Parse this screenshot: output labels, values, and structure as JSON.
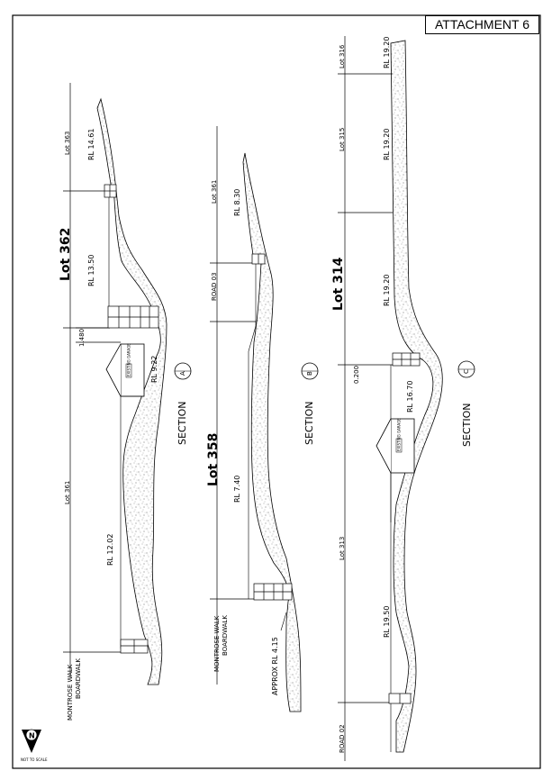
{
  "attachment_title": "ATTACHMENT 6",
  "north_arrow": {
    "letter": "N",
    "caption": "NOT TO SCALE"
  },
  "sections": [
    {
      "section_label": "SECTION",
      "section_marker": "A",
      "lot_title": "Lot 362",
      "lot_labels": {
        "top": "Lot 363",
        "bottom": "Lot 361"
      },
      "levels": [
        "RL 14.61",
        "RL 13.50",
        "RL 9.22",
        "RL 12.02"
      ],
      "dimension": "1.480",
      "structure_label": "EXISTING GARAGE",
      "boundary_labels": [
        "MONTROSE WALK",
        "BOARDWALK"
      ]
    },
    {
      "section_label": "SECTION",
      "section_marker": "B",
      "lot_title": "Lot 358",
      "lot_labels": {
        "top": "Lot 361",
        "road": "ROAD 03"
      },
      "levels": [
        "RL 8.30",
        "RL 7.40",
        "APPROX RL 4.15"
      ],
      "boundary_labels": [
        "MONTROSE WALK",
        "BOARDWALK"
      ]
    },
    {
      "section_label": "SECTION",
      "section_marker": "C",
      "lot_title": "Lot 314",
      "lot_labels": {
        "top": "Lot 316",
        "second": "Lot 315",
        "bottom": "Lot 313",
        "road": "ROAD 02"
      },
      "levels": [
        "RL 19.20",
        "RL 19.20",
        "RL 19.20",
        "RL 16.70",
        "RL 19.50"
      ],
      "dimension": "0.200",
      "structure_label": "EXISTING GARAGE"
    }
  ]
}
